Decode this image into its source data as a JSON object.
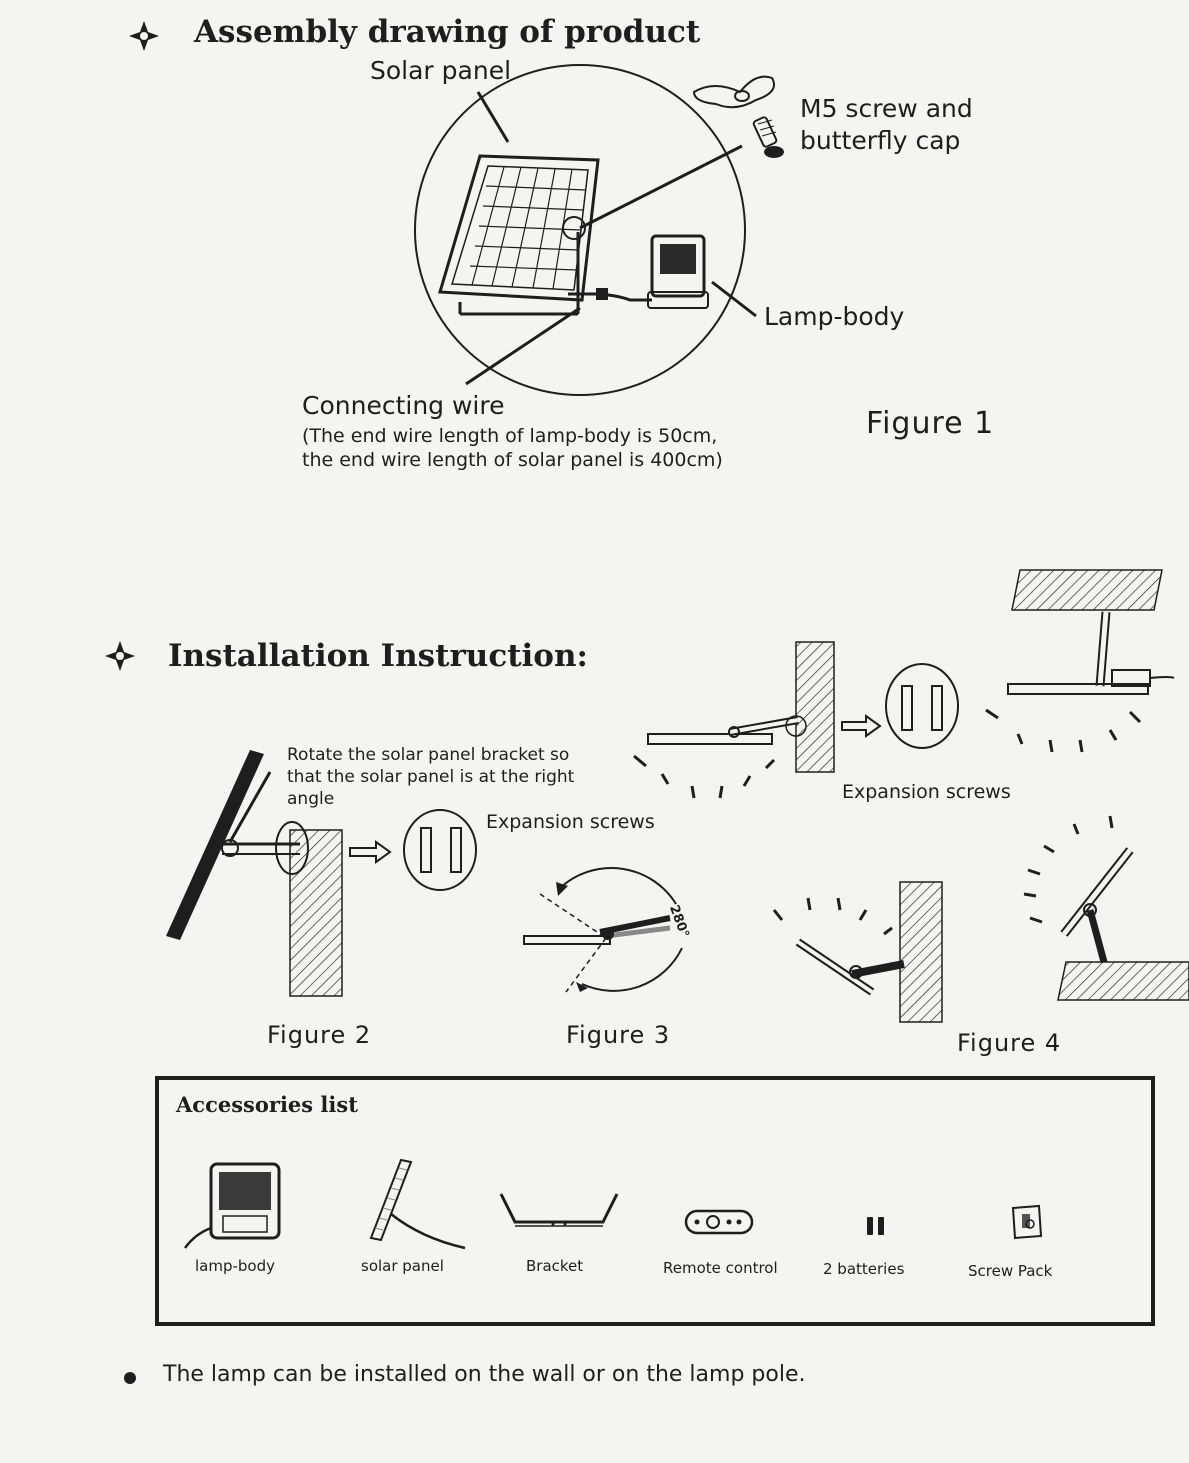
{
  "assembly": {
    "heading": "Assembly drawing of product",
    "heading_icon": "four-point-star-icon",
    "labels": {
      "solar_panel": "Solar panel",
      "screw_line1": "M5 screw and",
      "screw_line2": "butterfly cap",
      "lamp_body": "Lamp-body",
      "connecting_wire": "Connecting wire",
      "wire_note_line1": "(The end wire length of lamp-body is 50cm,",
      "wire_note_line2": "the end wire length of solar panel is 400cm)"
    },
    "figure": "Figure 1"
  },
  "installation": {
    "heading": "Installation Instruction:",
    "heading_icon": "four-point-star-icon",
    "fig2": {
      "note_line1": "Rotate the solar panel bracket so",
      "note_line2": "that the solar panel is at the right",
      "note_line3": "angle",
      "screws": "Expansion screws",
      "caption": "Figure 2"
    },
    "fig3": {
      "angle": "280°",
      "caption": "Figure 3"
    },
    "fig4": {
      "screws": "Expansion screws",
      "caption": "Figure 4"
    }
  },
  "accessories": {
    "title": "Accessories list",
    "items": [
      {
        "label": "lamp-body",
        "icon": "lamp-body-icon"
      },
      {
        "label": "solar panel",
        "icon": "solar-panel-icon"
      },
      {
        "label": "Bracket",
        "icon": "bracket-icon"
      },
      {
        "label": "Remote control",
        "icon": "remote-control-icon"
      },
      {
        "label": "2 batteries",
        "icon": "batteries-icon"
      },
      {
        "label": "Screw Pack",
        "icon": "screw-pack-icon"
      }
    ]
  },
  "note": "The lamp can be installed on the wall or on the lamp pole.",
  "colors": {
    "ink": "#1e1e1e",
    "paper": "#f4f4f2"
  }
}
